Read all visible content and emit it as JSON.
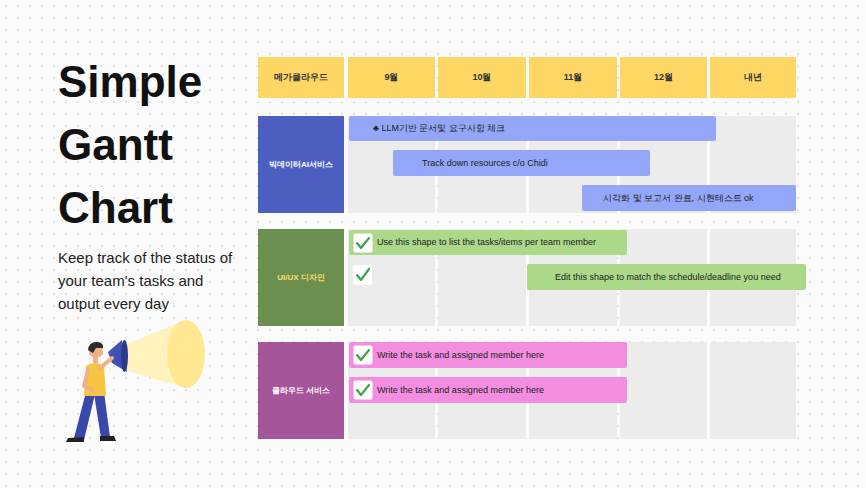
{
  "diagram": {
    "title": "Simple Gantt Chart",
    "caption": "Keep track of the status of your team's tasks and output every day",
    "nodes": [
      {
        "text": [
          "메가클라우드"
        ]
      },
      {
        "text": [
          "9월"
        ]
      },
      {
        "text": [
          "10월"
        ]
      },
      {
        "text": [
          "11월"
        ]
      },
      {
        "text": [
          "12월"
        ]
      },
      {
        "text": [
          "내년"
        ]
      },
      {
        "text": [
          "빅데이터AI서비스"
        ]
      },
      {
        "text": [
          "♣ LLM기반 문서및 요구사항 체크"
        ]
      },
      {
        "text": [
          "Track down resources c/o Chidi"
        ]
      },
      {
        "text": [
          "시각화 및 보고서 완료, 시현테스트 ok"
        ]
      },
      {
        "text": [
          "UI/UX 디자인"
        ]
      },
      {
        "text": [
          "Use this shape to list the tasks/items per team member"
        ]
      },
      {
        "text": [
          "Edit this shape to match the schedule/deadline you need"
        ]
      },
      {
        "text": [
          "클라우드 서비스"
        ]
      },
      {
        "text": [
          "Write the task and assigned member here"
        ]
      },
      {
        "text": [
          "Write the task and assigned member here"
        ]
      }
    ]
  }
}
